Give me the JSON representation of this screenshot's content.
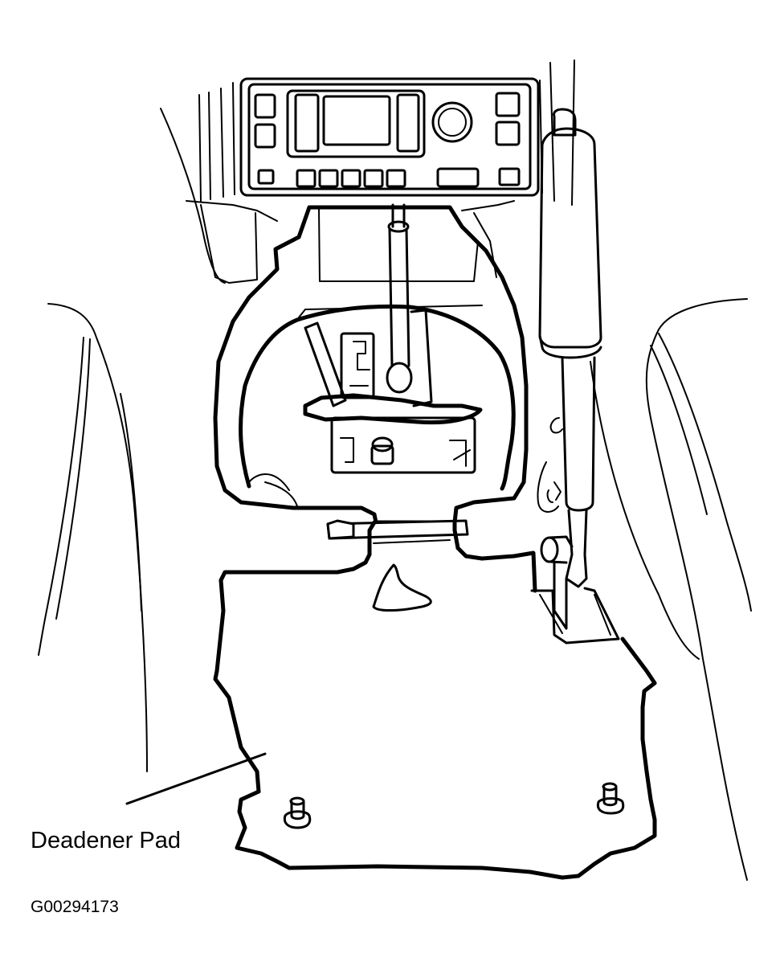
{
  "diagram": {
    "callout_label": "Deadener Pad",
    "figure_id": "G00294173",
    "parts": [
      "dashboard-panel",
      "radio-climate-control",
      "gear-shift-lever",
      "parking-brake-handle",
      "console-frame",
      "left-seat",
      "right-seat",
      "deadener-pad",
      "mounting-studs"
    ]
  }
}
